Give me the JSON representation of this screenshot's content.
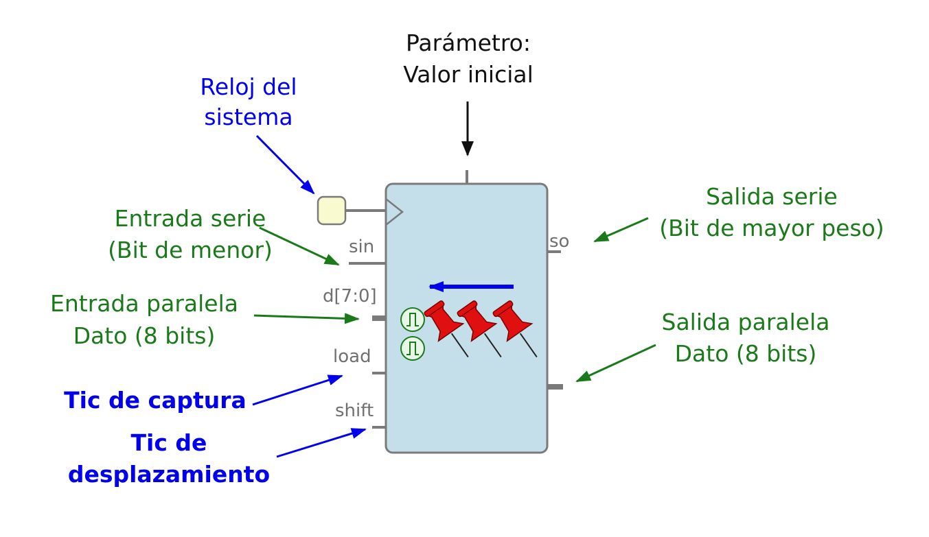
{
  "annotations": {
    "parameter": {
      "line1": "Parámetro:",
      "line2": "Valor inicial"
    },
    "clock": {
      "line1": "Reloj del",
      "line2": "sistema"
    },
    "serial_in": {
      "line1": "Entrada serie",
      "line2": "(Bit de menor)"
    },
    "parallel_in": {
      "line1": "Entrada paralela",
      "line2": "Dato (8 bits)"
    },
    "load_tick": {
      "line1": "Tic de captura"
    },
    "shift_tick": {
      "line1": "Tic de",
      "line2": "desplazamiento"
    },
    "serial_out": {
      "line1": "Salida serie",
      "line2": "(Bit de mayor peso)"
    },
    "parallel_out": {
      "line1": "Salida paralela",
      "line2": "Dato (8 bits)"
    }
  },
  "ports": {
    "sin": "sin",
    "d": "d[7:0]",
    "load": "load",
    "shift": "shift",
    "so": "so"
  },
  "colors": {
    "block_fill": "#c5dfea",
    "block_stroke": "#7a7a7a",
    "clock_fill": "#fafad0",
    "blue_label": "#0000ee",
    "green_label": "#1a7a1a",
    "pin_red": "#e01010"
  },
  "icons": [
    "pulse-icon",
    "pulse-icon",
    "pushpin-icon",
    "pushpin-icon",
    "pushpin-icon",
    "shift-left-arrow-icon"
  ]
}
